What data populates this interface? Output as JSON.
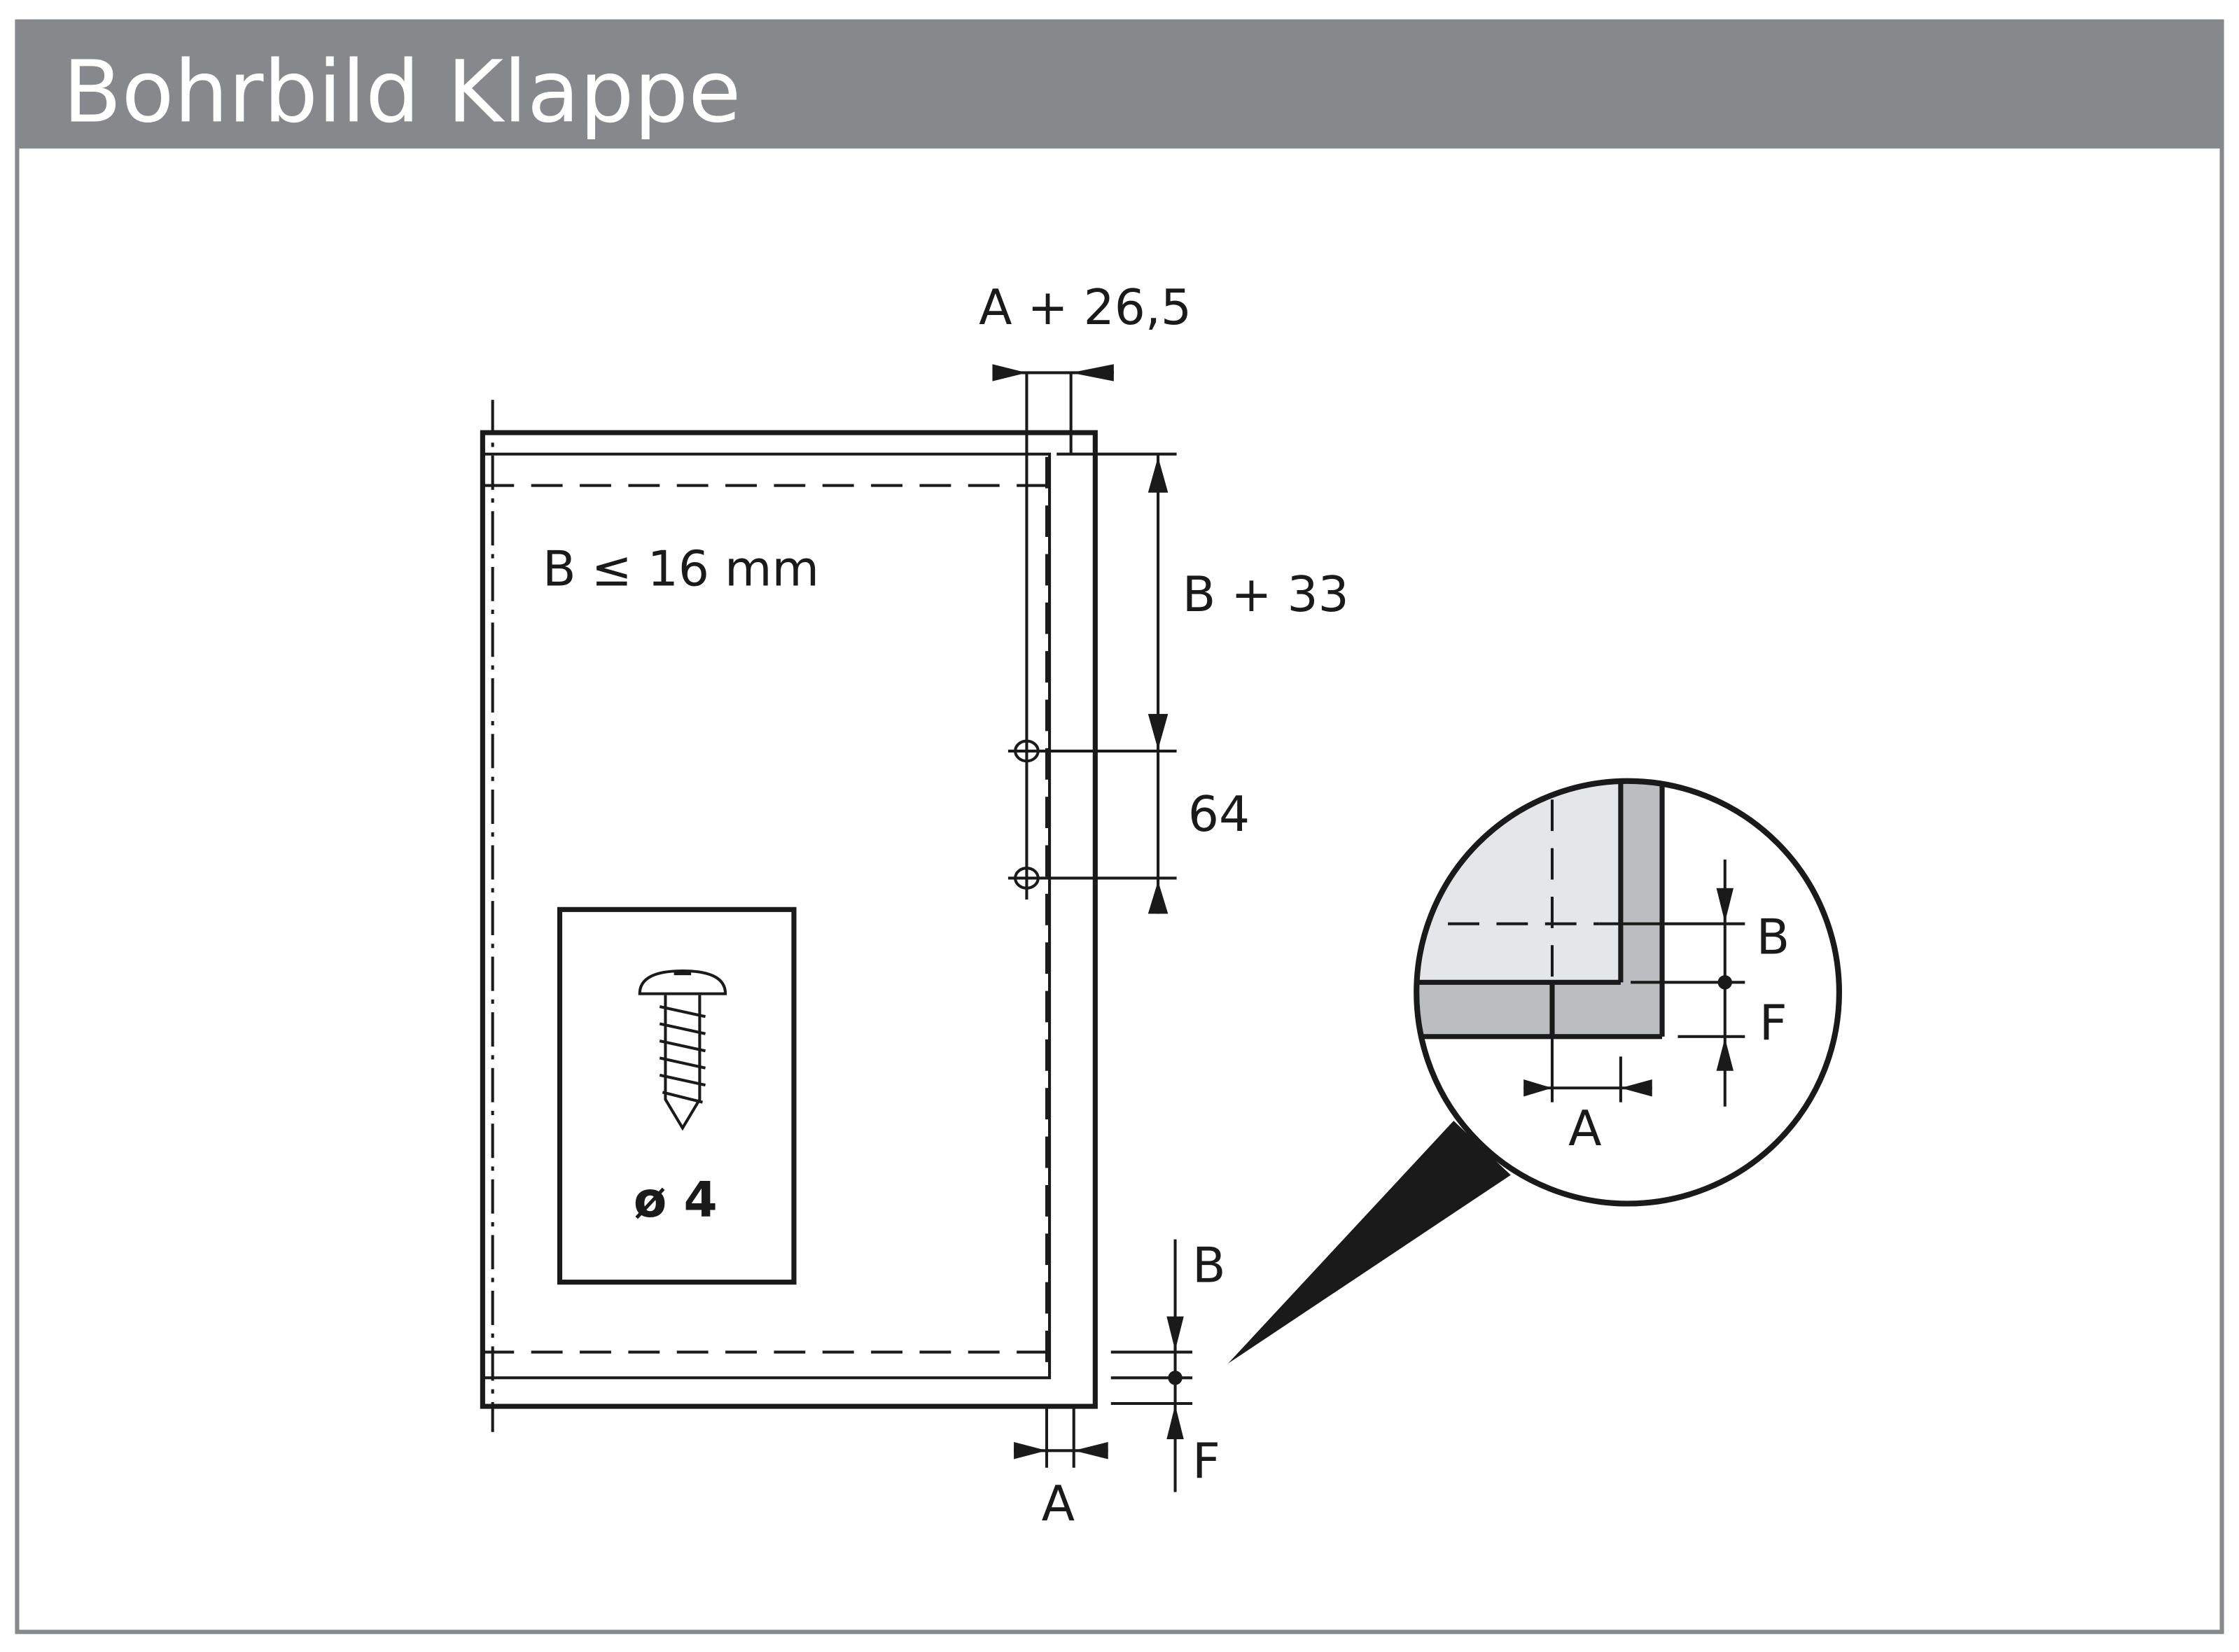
{
  "header": {
    "title": "Bohrbild Klappe"
  },
  "colors": {
    "header_bg": "#87888b",
    "panel_fill": "#e5e6e8",
    "edge_fill": "#bcbdc0",
    "line": "#1a1a1a"
  },
  "drawing": {
    "panel_note": "B ≤ 16 mm",
    "dim_top_horizontal": "A + 26,5",
    "dim_vertical_1": "B + 33",
    "dim_vertical_2": "64",
    "screw_label": "ø 4",
    "dim_bottom_b": "B",
    "dim_bottom_f": "F",
    "dim_bottom_a": "A"
  },
  "detail": {
    "label_b": "B",
    "label_f": "F",
    "label_a": "A"
  }
}
